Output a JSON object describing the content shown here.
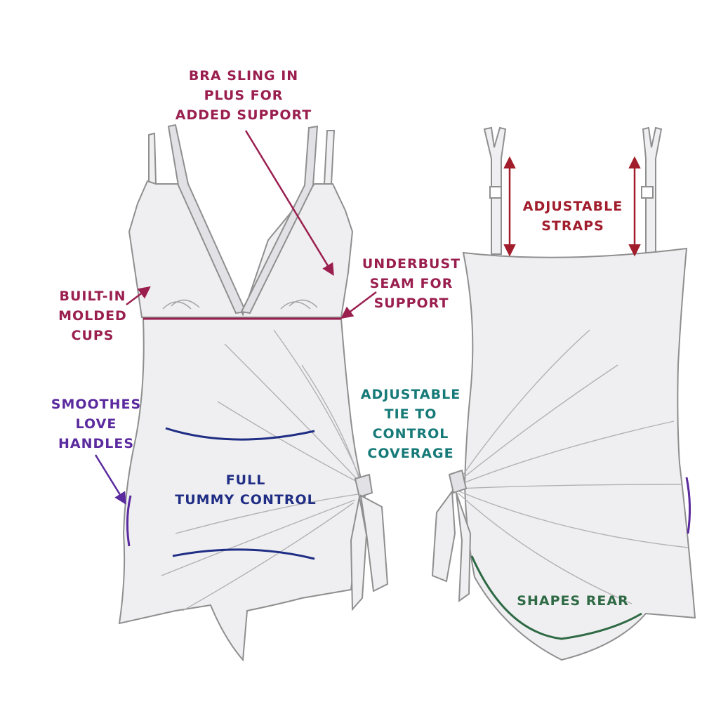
{
  "colors": {
    "outline": "#8f8f8f",
    "fill": "#efeff1",
    "plum": "#9a1f4f",
    "red": "#a11d2c",
    "purple": "#5a2a9e",
    "navy": "#1f2d84",
    "teal": "#167a78",
    "green": "#2f6a45"
  },
  "labels": {
    "bra_sling": [
      "BRA SLING IN",
      "PLUS FOR",
      "ADDED SUPPORT"
    ],
    "adjustable_straps": [
      "ADJUSTABLE",
      "STRAPS"
    ],
    "underbust_seam": [
      "UNDERBUST",
      "SEAM FOR",
      "SUPPORT"
    ],
    "molded_cups": [
      "BUILT-IN",
      "MOLDED",
      "CUPS"
    ],
    "love_handles": [
      "SMOOTHES",
      "LOVE",
      "HANDLES"
    ],
    "adjustable_tie": [
      "ADJUSTABLE",
      "TIE TO",
      "CONTROL",
      "COVERAGE"
    ],
    "tummy_control": [
      "FULL",
      "TUMMY CONTROL"
    ],
    "shapes_rear": [
      "SHAPES REAR"
    ]
  }
}
